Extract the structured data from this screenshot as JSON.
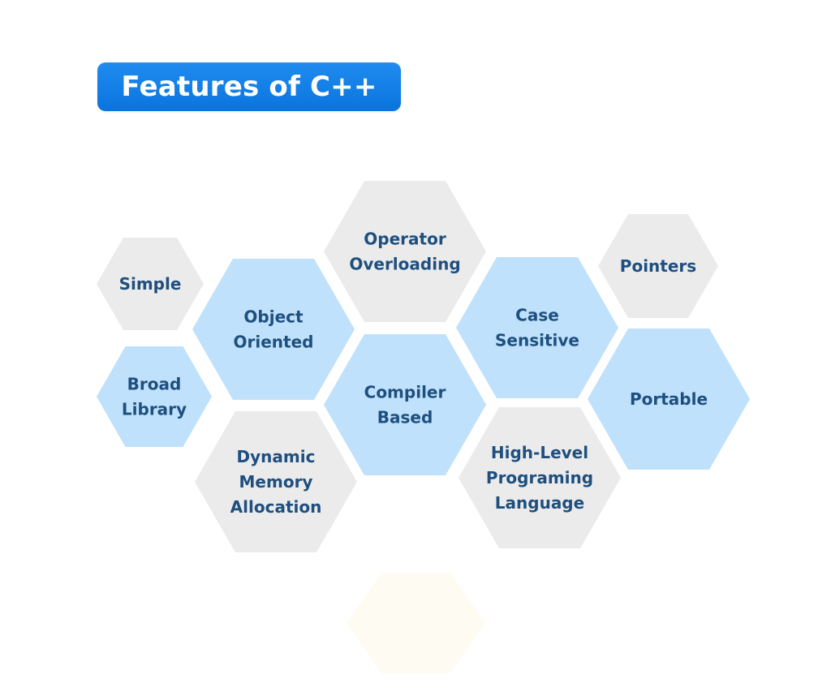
{
  "title": "Features of C++",
  "colors": {
    "title_bg": "#0a74de",
    "title_text": "#ffffff",
    "hex_blue": "#bfe1fb",
    "hex_gray": "#ebebeb",
    "label_text": "#1e4f7e"
  },
  "features": [
    {
      "id": "simple",
      "lines": [
        "Simple"
      ],
      "style": "gray"
    },
    {
      "id": "broad-library",
      "lines": [
        "Broad",
        "Library"
      ],
      "style": "blue"
    },
    {
      "id": "object-oriented",
      "lines": [
        "Object",
        "Oriented"
      ],
      "style": "blue"
    },
    {
      "id": "dynamic-memory-allocation",
      "lines": [
        "Dynamic",
        "Memory",
        "Allocation"
      ],
      "style": "gray"
    },
    {
      "id": "operator-overloading",
      "lines": [
        "Operator",
        "Overloading"
      ],
      "style": "gray"
    },
    {
      "id": "compiler-based",
      "lines": [
        "Compiler",
        "Based"
      ],
      "style": "blue"
    },
    {
      "id": "case-sensitive",
      "lines": [
        "Case",
        "Sensitive"
      ],
      "style": "blue"
    },
    {
      "id": "high-level-programing-language",
      "lines": [
        "High-Level",
        "Programing",
        "Language"
      ],
      "style": "gray"
    },
    {
      "id": "pointers",
      "lines": [
        "Pointers"
      ],
      "style": "gray"
    },
    {
      "id": "portable",
      "lines": [
        "Portable"
      ],
      "style": "blue"
    }
  ]
}
